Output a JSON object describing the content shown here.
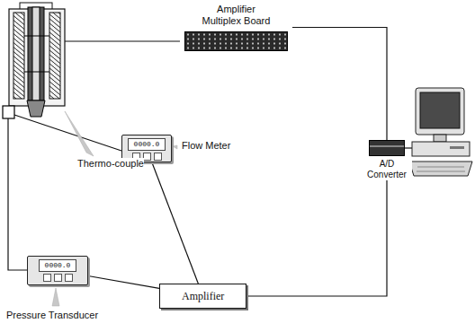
{
  "diagram": {
    "nodes": [
      {
        "text": [
          "Amplifier Multiplex Board"
        ]
      },
      {
        "text": [
          "0000.0",
          "Flow Meter"
        ]
      },
      {
        "text": [
          "0000.0",
          "Pressure Transducer"
        ]
      },
      {
        "text": [
          "Amplifier"
        ]
      },
      {
        "text": [
          "A/D Converter"
        ]
      }
    ],
    "edges": [
      {
        "from": 0,
        "to": 4,
        "arrow": "none"
      },
      {
        "from": 1,
        "to": 3,
        "arrow": "none"
      },
      {
        "from": 2,
        "to": 3,
        "arrow": "none"
      },
      {
        "from": 3,
        "to": 4,
        "arrow": "none"
      }
    ],
    "labels": [
      "Thermo-couple"
    ]
  }
}
